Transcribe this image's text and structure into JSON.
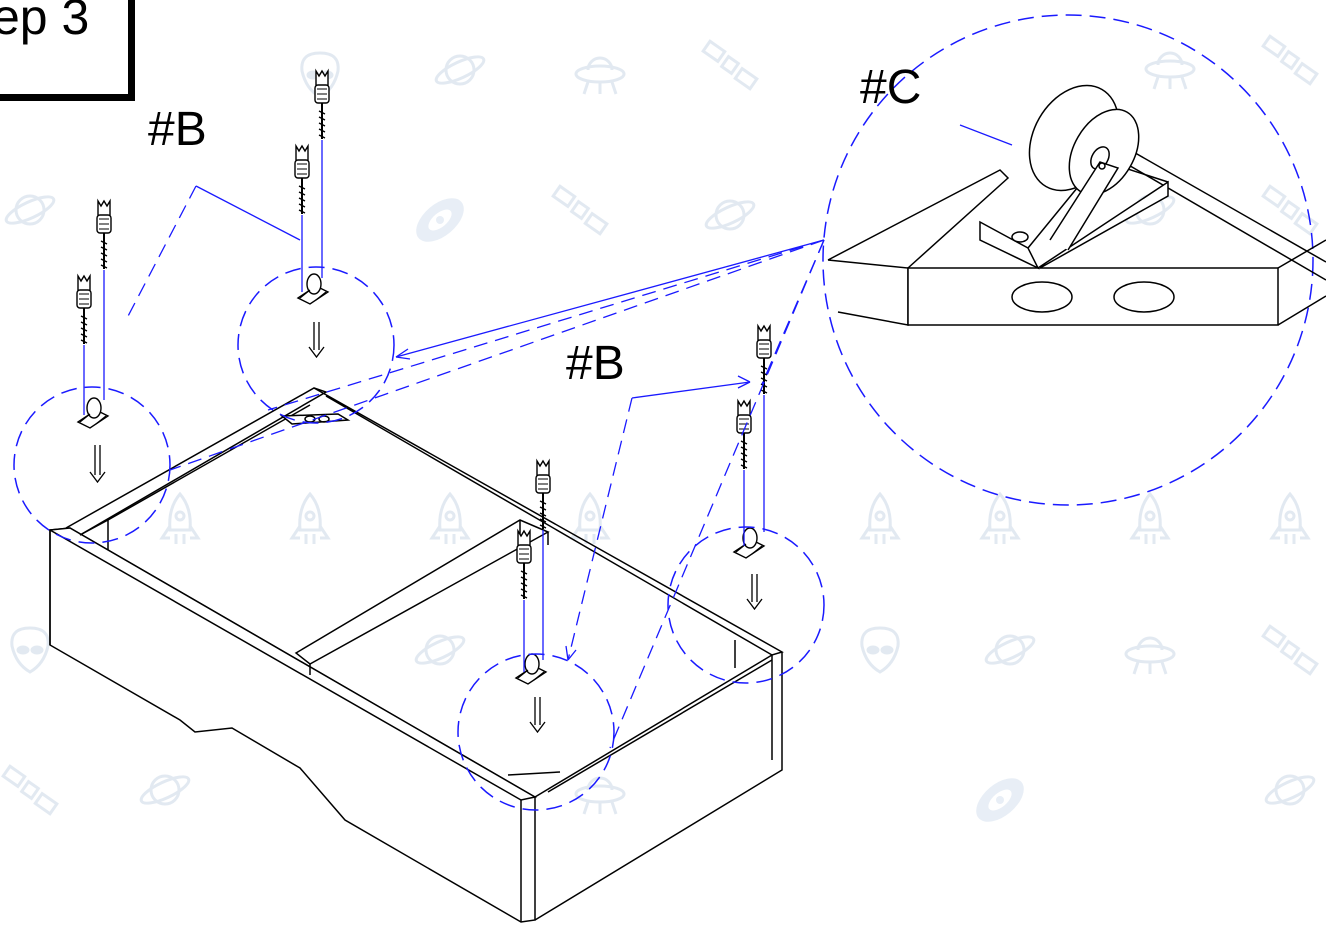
{
  "step": {
    "label": "ep 3"
  },
  "callouts": [
    {
      "id": "b1",
      "text": "#B"
    },
    {
      "id": "b2",
      "text": "#B"
    },
    {
      "id": "c",
      "text": "#C"
    }
  ],
  "colors": {
    "line": "#000000",
    "callout": "#1a1aff",
    "watermark": "#e4ebf3"
  },
  "watermark_icons": [
    "planet-icon",
    "ufo-icon",
    "satellite-icon",
    "rocket-icon",
    "astronaut-icon",
    "alien-icon",
    "telescope-icon",
    "galaxy-icon",
    "rover-icon",
    "meteor-icon"
  ]
}
